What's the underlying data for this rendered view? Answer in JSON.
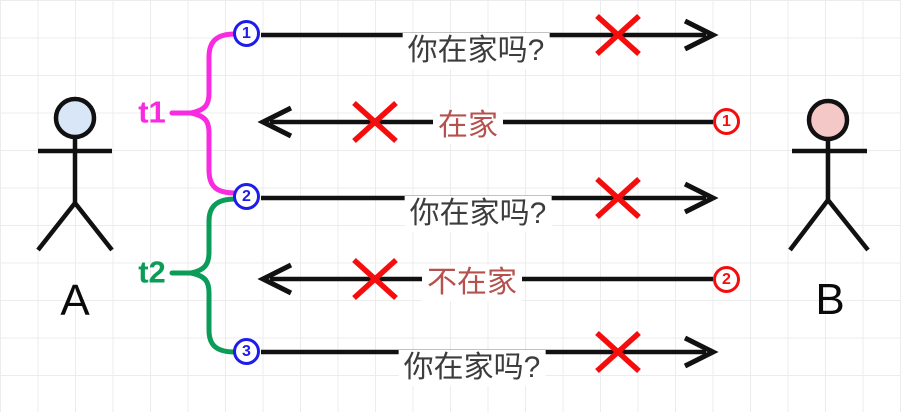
{
  "colors": {
    "magenta": "#F92BE0",
    "green": "#0B9D57",
    "blue": "#1E1CEA",
    "red": "#F50D0D",
    "line": "#111111",
    "grid": "#ECECEC",
    "query_text": "#3C3C3C",
    "reply_text": "#B5524E",
    "head_a": "#D9E6F8",
    "head_b": "#F5C8C8"
  },
  "actors": {
    "left": "A",
    "right": "B"
  },
  "time_brackets": [
    {
      "label": "t1"
    },
    {
      "label": "t2"
    }
  ],
  "messages": [
    {
      "seq": "1",
      "direction": "right",
      "text": "你在家吗?",
      "lost": true
    },
    {
      "seq": "1",
      "direction": "left",
      "text": "在家",
      "lost": true
    },
    {
      "seq": "2",
      "direction": "right",
      "text": "你在家吗?",
      "lost": true
    },
    {
      "seq": "2",
      "direction": "left",
      "text": "不在家",
      "lost": true
    },
    {
      "seq": "3",
      "direction": "right",
      "text": "你在家吗?",
      "lost": true
    }
  ]
}
